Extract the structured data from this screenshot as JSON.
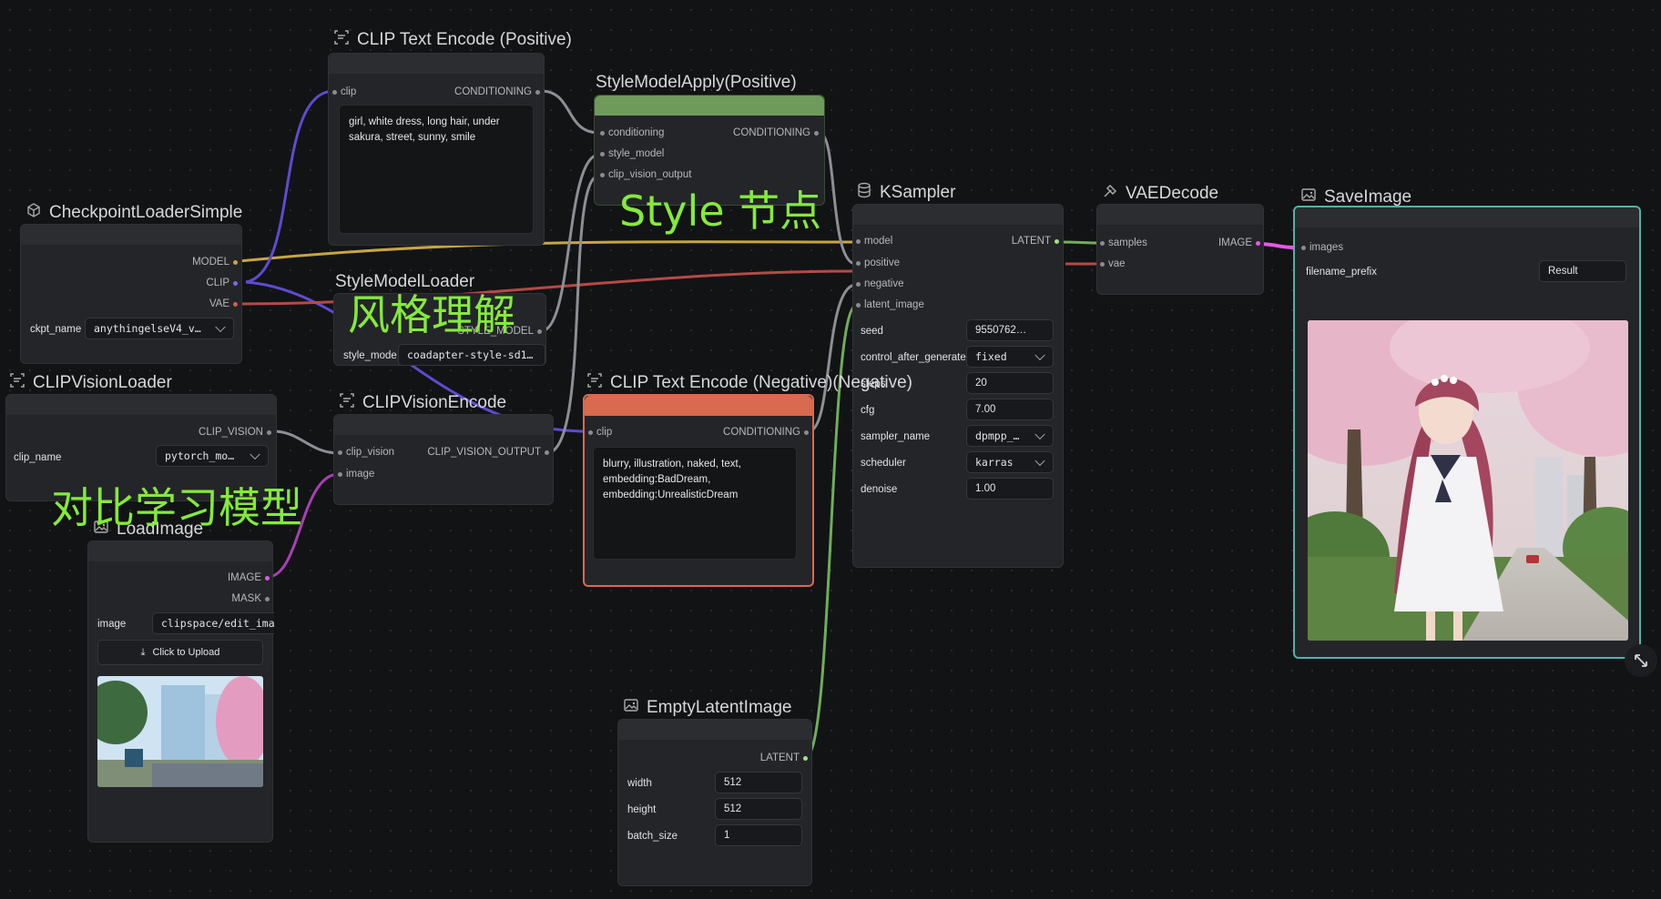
{
  "nodes": {
    "clip_pos": {
      "title": "CLIP Text Encode (Positive)",
      "in_clip": "clip",
      "out": "CONDITIONING",
      "text": "girl, white dress, long hair, under sakura, street, sunny, smile"
    },
    "style_apply": {
      "title": "StyleModelApply(Positive)",
      "in1": "conditioning",
      "in2": "style_model",
      "in3": "clip_vision_output",
      "out": "CONDITIONING",
      "header_color": "#6e9b5a"
    },
    "checkpoint": {
      "title": "CheckpointLoaderSimple",
      "out_model": "MODEL",
      "out_clip": "CLIP",
      "out_vae": "VAE",
      "w_label": "ckpt_name",
      "w_value": "anythingelseV4_v…"
    },
    "style_loader": {
      "title": "StyleModelLoader",
      "out": "STYLE_MODEL",
      "w_label": "style_mode",
      "w_value": "coadapter-style-sd1…"
    },
    "clip_vision_loader": {
      "title": "CLIPVisionLoader",
      "out": "CLIP_VISION",
      "w_label": "clip_name",
      "w_value": "pytorch_mo…"
    },
    "clip_vision_encode": {
      "title": "CLIPVisionEncode",
      "in1": "clip_vision",
      "in2": "image",
      "out": "CLIP_VISION_OUTPUT"
    },
    "clip_neg": {
      "title": "CLIP Text Encode (Negative)(Negative)",
      "in_clip": "clip",
      "out": "CONDITIONING",
      "text": "blurry, illustration, naked, text, embedding:BadDream, embedding:UnrealisticDream",
      "header_color": "#d9694f"
    },
    "ksampler": {
      "title": "KSampler",
      "in_model": "model",
      "in_positive": "positive",
      "in_negative": "negative",
      "in_latent": "latent_image",
      "out": "LATENT",
      "widgets": [
        {
          "label": "seed",
          "value": "9550762…"
        },
        {
          "label": "control_after_generate",
          "value": "fixed",
          "select": true
        },
        {
          "label": "steps",
          "value": "20"
        },
        {
          "label": "cfg",
          "value": "7.00"
        },
        {
          "label": "sampler_name",
          "value": "dpmpp_…",
          "select": true
        },
        {
          "label": "scheduler",
          "value": "karras",
          "select": true
        },
        {
          "label": "denoise",
          "value": "1.00"
        }
      ]
    },
    "vae_decode": {
      "title": "VAEDecode",
      "in1": "samples",
      "in2": "vae",
      "out": "IMAGE"
    },
    "save_image": {
      "title": "SaveImage",
      "in1": "images",
      "w_label": "filename_prefix",
      "w_value": "Result"
    },
    "load_image": {
      "title": "LoadImage",
      "out_image": "IMAGE",
      "out_mask": "MASK",
      "w_label": "image",
      "w_value": "clipspace/edit_ima",
      "upload": "Click to Upload"
    },
    "empty_latent": {
      "title": "EmptyLatentImage",
      "out": "LATENT",
      "widgets": [
        {
          "label": "width",
          "value": "512"
        },
        {
          "label": "height",
          "value": "512"
        },
        {
          "label": "batch_size",
          "value": "1"
        }
      ]
    }
  },
  "annotations": {
    "style": "Style 节点",
    "style_understanding": "风格理解",
    "contrastive": "对比学习模型"
  },
  "colors": {
    "model_wire": "#c8a444",
    "clip_wire": "#5e4bd1",
    "vae_wire": "#b54a45",
    "latent_wire": "#6fae5a",
    "image_wire": "#a93fb3",
    "output_pink": "#e659e6",
    "selected_outline": "#4fb3a6"
  }
}
